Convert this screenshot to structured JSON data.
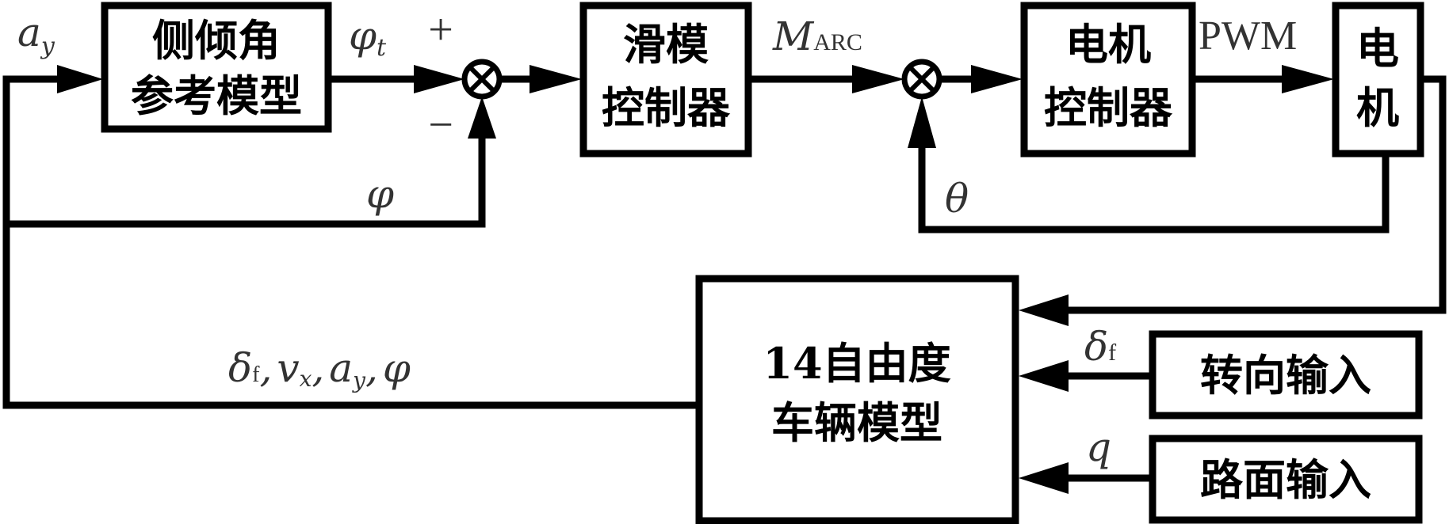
{
  "diagram": {
    "blocks": {
      "reference_model": {
        "lines": [
          "侧倾角",
          "参考模型"
        ]
      },
      "sliding_mode_controller": {
        "lines": [
          "滑模",
          "控制器"
        ]
      },
      "motor_controller": {
        "lines": [
          "电机",
          "控制器"
        ]
      },
      "motor": {
        "lines": [
          "电",
          "机"
        ]
      },
      "vehicle_model": {
        "lines": [
          "14自由度",
          "车辆模型"
        ]
      },
      "steering_input": {
        "label": "转向输入"
      },
      "road_input": {
        "label": "路面输入"
      }
    },
    "signals": {
      "input_ay": {
        "base": "a",
        "sub": "y"
      },
      "phi_t": {
        "base": "φ",
        "sub": "t"
      },
      "phi_feedback": {
        "label": "φ"
      },
      "plus_sign": "+",
      "minus_sign": "−",
      "m_arc": {
        "base": "M",
        "sub": "ARC"
      },
      "pwm": "PWM",
      "theta": "θ",
      "delta_f": {
        "base": "δ",
        "sub": "f"
      },
      "q": "q",
      "vehicle_outputs": {
        "delta": "δ",
        "delta_sub": "f",
        "sep": ",",
        "v": "v",
        "v_sub": "x",
        "a": "a",
        "a_sub": "y",
        "phi": "φ"
      }
    },
    "connections": [
      {
        "from": "input_ay",
        "to": "reference_model"
      },
      {
        "from": "reference_model",
        "to": "sum_1",
        "signal": "φt",
        "sign": "+"
      },
      {
        "from": "vehicle_model",
        "to": "sum_1",
        "signal": "φ",
        "sign": "−"
      },
      {
        "from": "sum_1",
        "to": "sliding_mode_controller"
      },
      {
        "from": "sliding_mode_controller",
        "to": "sum_2",
        "signal": "M_ARC"
      },
      {
        "from": "sum_2",
        "to": "motor_controller"
      },
      {
        "from": "motor_controller",
        "to": "motor",
        "signal": "PWM"
      },
      {
        "from": "motor",
        "to": "sum_2",
        "signal": "θ"
      },
      {
        "from": "motor",
        "to": "vehicle_model"
      },
      {
        "from": "steering_input",
        "to": "vehicle_model",
        "signal": "δf"
      },
      {
        "from": "road_input",
        "to": "vehicle_model",
        "signal": "q"
      },
      {
        "from": "vehicle_model",
        "to": "reference_model",
        "signal": "δf, vx, ay, φ"
      }
    ]
  }
}
